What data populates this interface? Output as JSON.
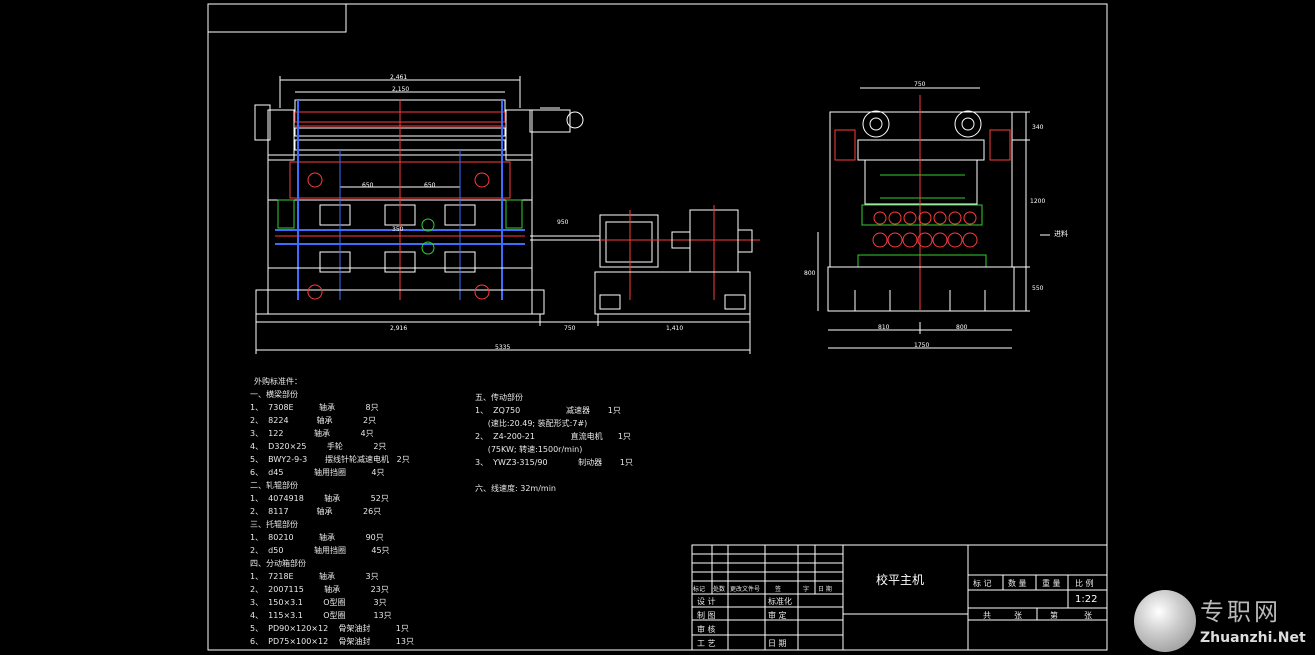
{
  "drawing": {
    "title": "校平主机",
    "scale": "1:22",
    "dimensions": {
      "top_outer": "2,461",
      "top_inner": "2,150",
      "mid_left": "650",
      "mid_right": "650",
      "center": "350",
      "shaft": "950",
      "bottom_left": "2,916",
      "bottom_mid": "750",
      "bottom_right": "1,410",
      "overall": "5335",
      "side_top": "750",
      "side_right_top": "340",
      "side_right_mid": "1200",
      "side_right_bot": "550",
      "side_left": "800",
      "side_bot_left": "810",
      "side_bot_right": "800",
      "side_overall": "1750",
      "feed_label": "进料"
    }
  },
  "notes_left": [
    "外购标准件：",
    "一、横梁部份",
    "1、  7308E          轴承            8只",
    "2、  8224           轴承            2只",
    "3、  122            轴承            4只",
    "4、  D320×25        手轮            2只",
    "5、  BWY2-9-3       摆线针轮减速电机   2只",
    "6、  d45            轴用挡圈          4只",
    "二、轧辊部份",
    "1、  4074918        轴承            52只",
    "2、  8117           轴承            26只",
    "三、托辊部份",
    "1、  80210          轴承            90只",
    "2、  d50            轴用挡圈          45只",
    "四、分动箱部份",
    "1、  7218E          轴承            3只",
    "2、  2007115        轴承            23只",
    "3、  150×3.1        O型圈           3只",
    "4、  115×3.1        O型圈           13只",
    "5、  PD90×120×12    骨架油封          1只",
    "6、  PD75×100×12    骨架油封          13只"
  ],
  "notes_right": [
    "五、传动部份",
    "1、  ZQ750                  减速器       1只",
    "     (速比:20.49; 装配形式:7#)",
    "2、  Z4-200-21              直流电机      1只",
    "     (75KW; 转速:1500r/min)",
    "3、  YWZ3-315/90            制动器       1只",
    "",
    "六、线速度: 32m/min"
  ],
  "title_block": {
    "row_labels": [
      "标记",
      "处数",
      "更改文件号",
      "签",
      "字",
      "日 期"
    ],
    "left_labels": [
      "设 计",
      "制 图",
      "审 核",
      "工 艺"
    ],
    "mid_labels": [
      "标准化",
      "审 定",
      "日 期"
    ],
    "right_headers": [
      "标 记",
      "数 量",
      "重 量",
      "比 例"
    ],
    "bottom": [
      "共",
      "张",
      "第",
      "张"
    ]
  },
  "watermark": {
    "cn": "专职网",
    "en": "Zhuanzhi.Net"
  }
}
